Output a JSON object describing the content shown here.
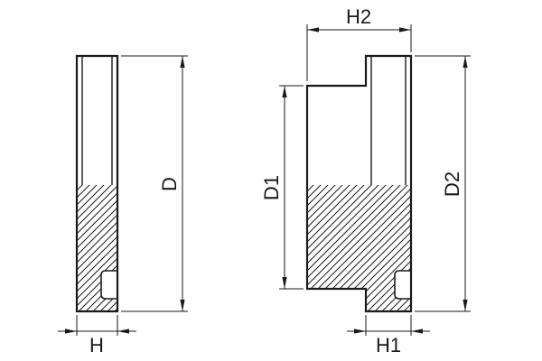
{
  "diagram": {
    "type": "technical-drawing-cross-sections",
    "colors": {
      "line": "#1a1a1a",
      "background": "#ffffff"
    },
    "labels": {
      "h2": "H2",
      "d": "D",
      "d1": "D1",
      "d2": "D2",
      "h": "H",
      "h1": "H1"
    }
  }
}
